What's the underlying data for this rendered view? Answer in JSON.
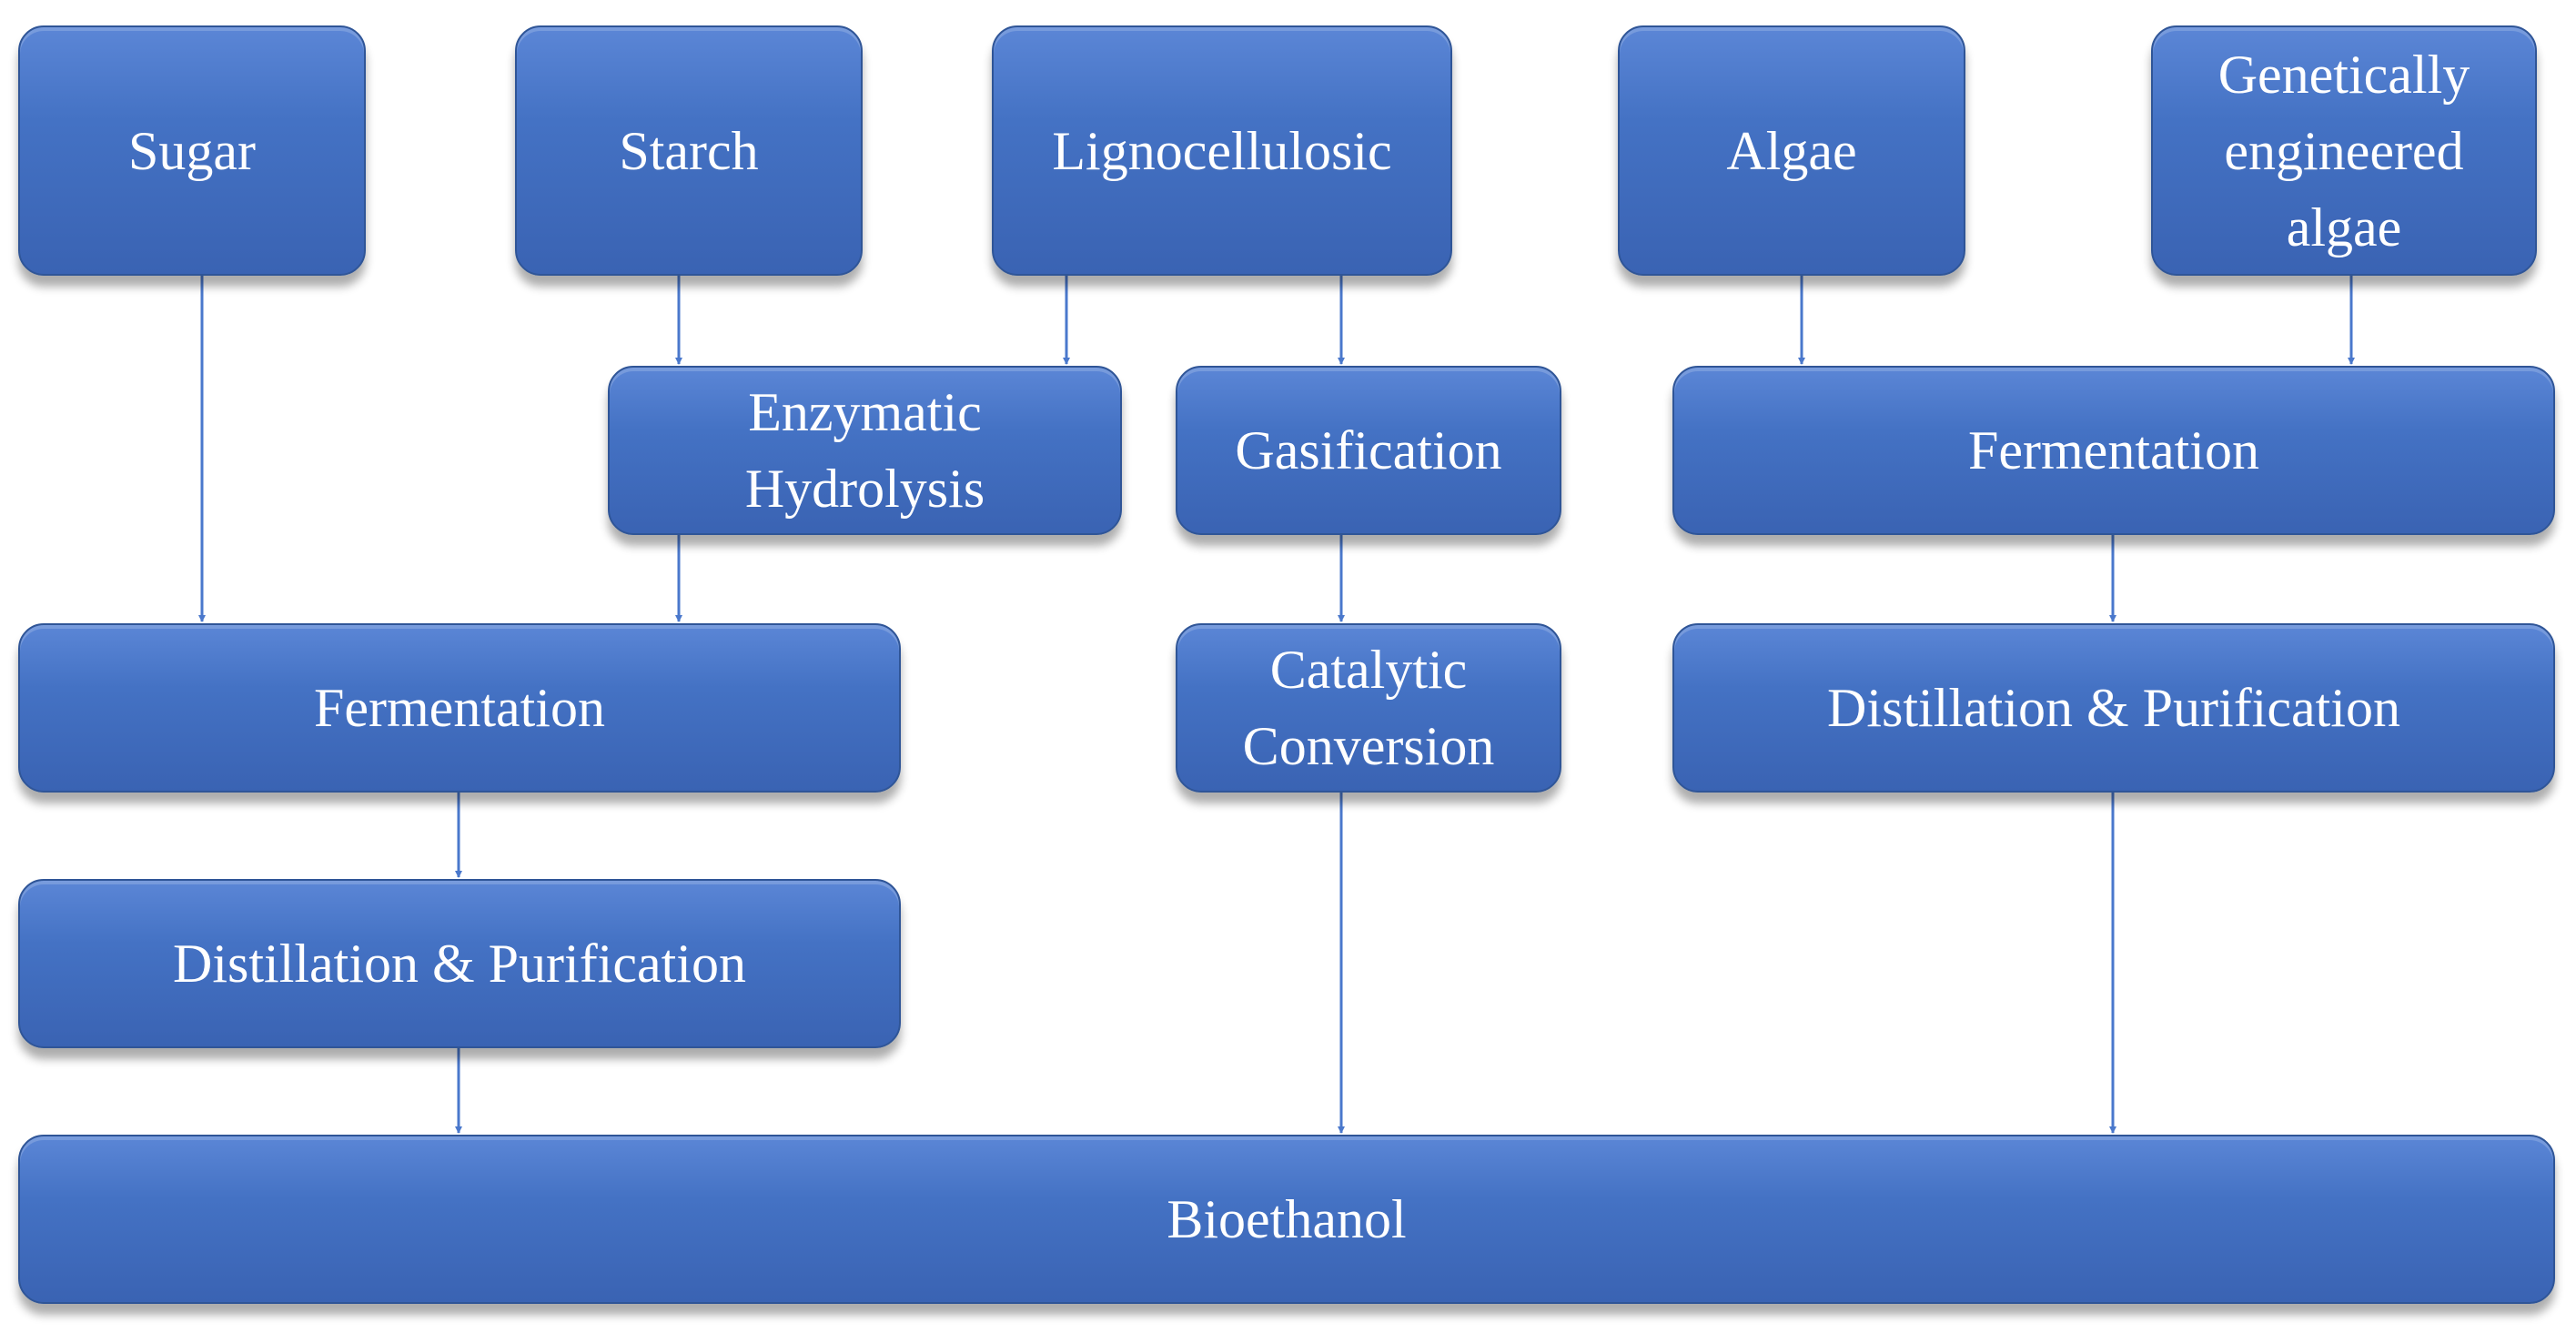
{
  "nodes": {
    "sugar": "Sugar",
    "starch": "Starch",
    "lignocellulosic": "Lignocellulosic",
    "algae": "Algae",
    "ge_algae": "Genetically\nengineered\nalgae",
    "enzymatic_hydrolysis": "Enzymatic\nHydrolysis",
    "gasification": "Gasification",
    "fermentation_right": "Fermentation",
    "fermentation_left": "Fermentation",
    "catalytic_conversion": "Catalytic\nConversion",
    "distillation_right": "Distillation & Purification",
    "distillation_left": "Distillation & Purification",
    "bioethanol": "Bioethanol"
  },
  "edges": [
    [
      "sugar",
      "fermentation_left"
    ],
    [
      "starch",
      "enzymatic_hydrolysis"
    ],
    [
      "lignocellulosic",
      "enzymatic_hydrolysis"
    ],
    [
      "lignocellulosic",
      "gasification"
    ],
    [
      "algae",
      "fermentation_right"
    ],
    [
      "ge_algae",
      "fermentation_right"
    ],
    [
      "enzymatic_hydrolysis",
      "fermentation_left"
    ],
    [
      "gasification",
      "catalytic_conversion"
    ],
    [
      "fermentation_right",
      "distillation_right"
    ],
    [
      "fermentation_left",
      "distillation_left"
    ],
    [
      "distillation_left",
      "bioethanol"
    ],
    [
      "catalytic_conversion",
      "bioethanol"
    ],
    [
      "distillation_right",
      "bioethanol"
    ]
  ],
  "colors": {
    "box_fill": "#4472c4",
    "box_border": "#2f5597",
    "arrow": "#4a78cc",
    "text": "#ffffff"
  }
}
